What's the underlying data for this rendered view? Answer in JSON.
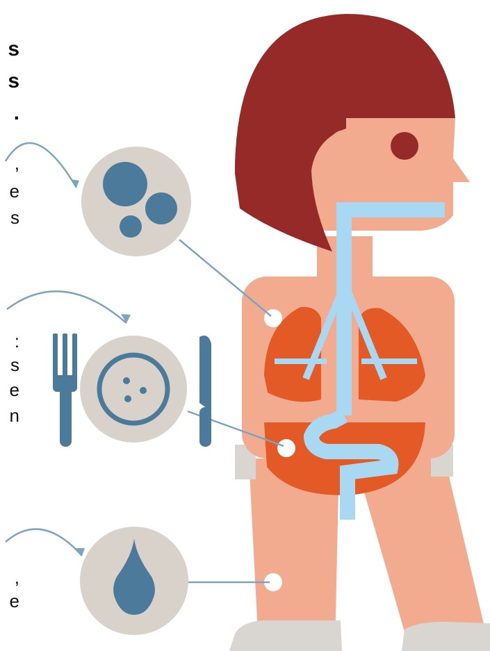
{
  "left_text_fragments": [
    {
      "id": "b1",
      "text": "s"
    },
    {
      "id": "b2",
      "text": "s"
    },
    {
      "id": "b3",
      "text": "."
    },
    {
      "id": "r1",
      "text": ","
    },
    {
      "id": "r2",
      "text": "e"
    },
    {
      "id": "r3",
      "text": "s"
    },
    {
      "id": "r4",
      "text": ":"
    },
    {
      "id": "r5",
      "text": "s"
    },
    {
      "id": "r6",
      "text": "e"
    },
    {
      "id": "r7",
      "text": "n"
    },
    {
      "id": "r8",
      "text": ","
    },
    {
      "id": "r9",
      "text": "e"
    }
  ],
  "colors": {
    "hair": "#962a28",
    "skin": "#f3ab90",
    "lungs": "#e35a26",
    "stomach": "#e35a26",
    "airway": "#a9d8f2",
    "icon_blue": "#4c7a9a",
    "icon_circle": "#d8d2cb",
    "shoes": "#d9d5d0",
    "connector": "#7da4bf"
  },
  "icons": [
    "cells-icon",
    "plate-icon",
    "fork-icon",
    "knife-icon",
    "droplet-icon"
  ]
}
